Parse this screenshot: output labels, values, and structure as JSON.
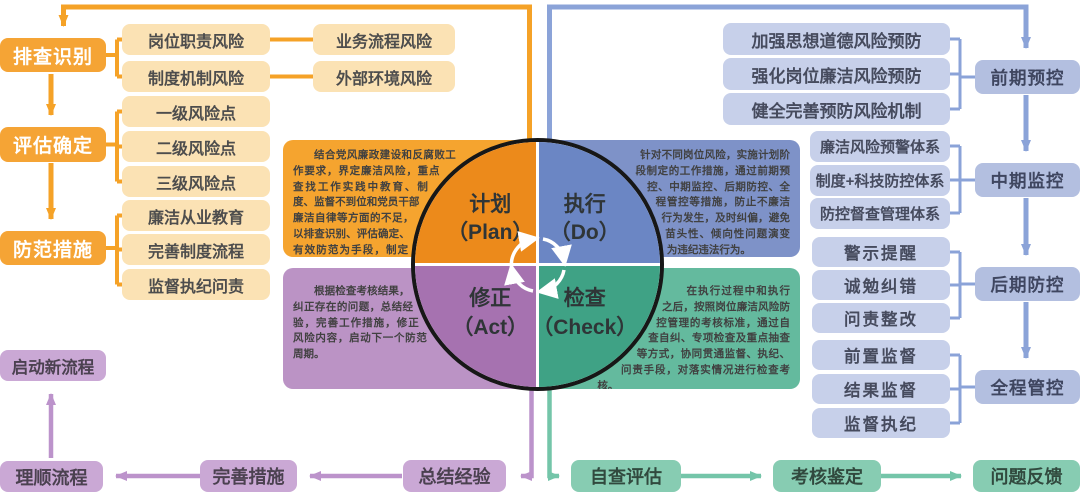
{
  "palette": {
    "orange": "#F5A227",
    "orange_light": "#FBE2B4",
    "orange_deep": "#EC8A1B",
    "orange_rect": "#F5A42F",
    "blue": "#8BA3D8",
    "blue_light": "#C7D0EA",
    "blue_box": "#B3BFE0",
    "blue_deep": "#6B86C4",
    "blue_rect": "#7E92C8",
    "purple": "#BC93CB",
    "purple_light": "#CAA8D5",
    "purple_deep": "#A672B0",
    "purple_rect": "#BB93C5",
    "green": "#74C5A9",
    "green_light": "#87CCB2",
    "green_deep": "#3FA285",
    "green_rect": "#64BA9E",
    "circle_outline": "#171717"
  },
  "left_flow": {
    "headers": [
      "排查识别",
      "评估确定",
      "防范措施"
    ],
    "start_new": "启动新流程",
    "streamline": "理顺流程",
    "risk_items": [
      "岗位职责风险",
      "制度机制风险",
      "一级风险点",
      "二级风险点",
      "三级风险点",
      "廉洁从业教育",
      "完善制度流程",
      "监督执纪问责"
    ],
    "external_items": [
      "业务流程风险",
      "外部环境风险"
    ]
  },
  "cycle": {
    "quadrants": [
      {
        "id": "plan",
        "title": "计划",
        "subtitle": "（Plan）",
        "desc": "结合党风廉政建设和反腐败工作要求，界定廉洁风险，重点查找工作实践中教育、制度、监督不到位和党员干部廉洁自律等方面的不足，以排查识别、评估确定、有效防范为手段，制定工作措施。"
      },
      {
        "id": "do",
        "title": "执行",
        "subtitle": "（Do）",
        "desc": "针对不同岗位风险，实施计划阶段制定的工作措施，通过前期预控、中期监控、后期防控、全程管控等措施，防止不廉洁行为发生，及时纠偏，避免苗头性、倾向性问题演变为违纪违法行为。"
      },
      {
        "id": "act",
        "title": "修正",
        "subtitle": "（Act）",
        "desc": "根据检查考核结果，纠正存在的问题，总结经验，完善工作措施，修正风险内容，启动下一个防范周期。"
      },
      {
        "id": "check",
        "title": "检查",
        "subtitle": "（Check）",
        "desc": "在执行过程中和执行之后，按照岗位廉洁风险防控管理的考核标准，通过自查自纠、专项检查及重点抽查等方式，协同贯通监督、执纪、问责手段，对落实情况进行检查考核。"
      }
    ]
  },
  "right_flow": {
    "groups": [
      {
        "items": [
          "加强思想道德风险预防",
          "强化岗位廉洁风险预防",
          "健全完善预防风险机制"
        ],
        "target": "前期预控"
      },
      {
        "items": [
          "廉洁风险预警体系",
          "制度+科技防控体系",
          "防控督查管理体系"
        ],
        "target": "中期监控"
      },
      {
        "items": [
          "警示提醒",
          "诚勉纠错",
          "问责整改"
        ],
        "target": "后期防控"
      },
      {
        "items": [
          "前置监督",
          "结果监督",
          "监督执纪"
        ],
        "target": "全程管控"
      }
    ]
  },
  "bottom_flow": {
    "purple_boxes": [
      "总结经验",
      "完善措施"
    ],
    "green_boxes": [
      "自查评估",
      "考核鉴定",
      "问题反馈"
    ]
  }
}
